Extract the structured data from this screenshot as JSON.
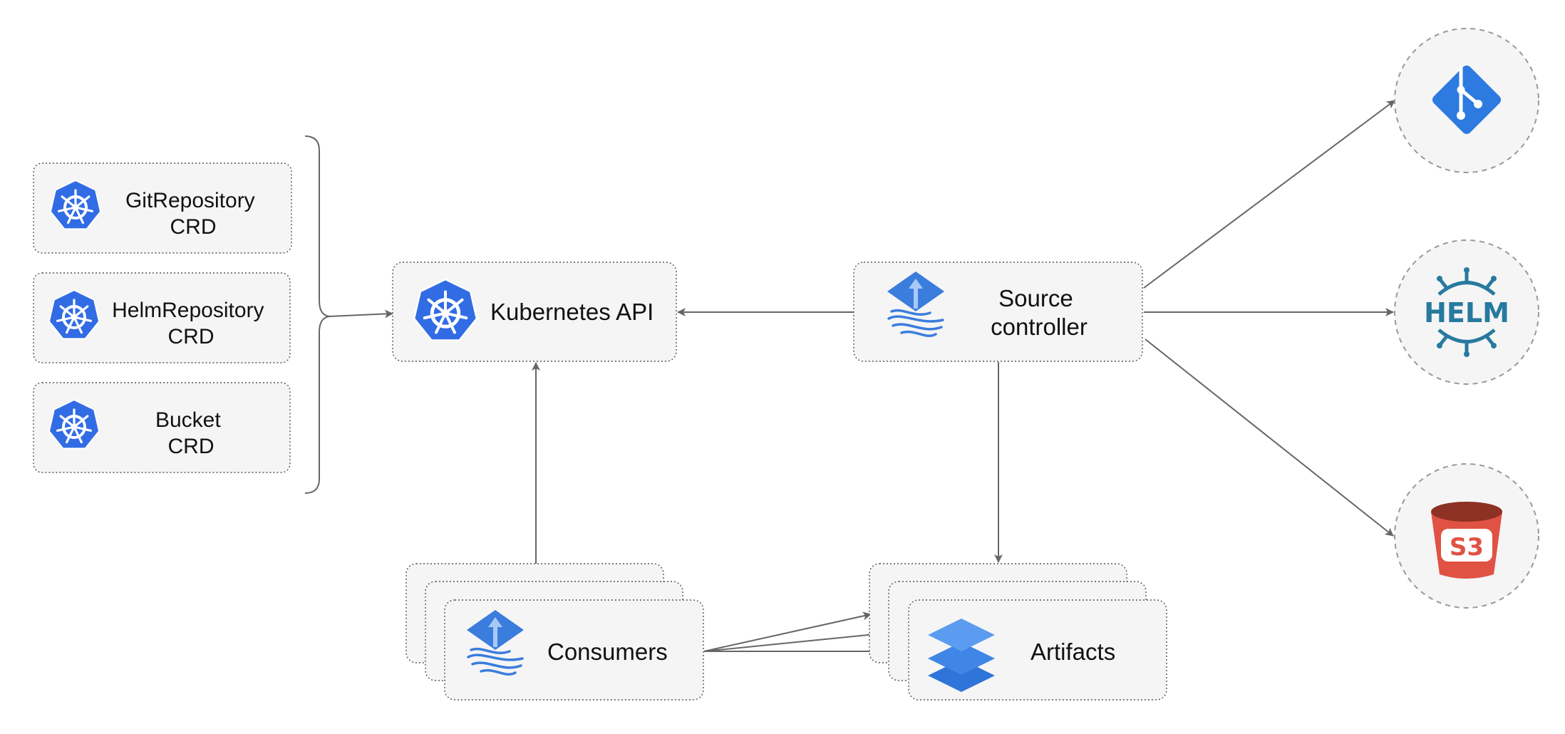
{
  "crds": [
    {
      "line1": "GitRepository",
      "line2": "CRD",
      "icon": "kubernetes-icon"
    },
    {
      "line1": "HelmRepository",
      "line2": "CRD",
      "icon": "kubernetes-icon"
    },
    {
      "line1": "Bucket",
      "line2": "CRD",
      "icon": "kubernetes-icon"
    }
  ],
  "kubernetes_api": {
    "label": "Kubernetes API",
    "icon": "kubernetes-icon"
  },
  "source_controller": {
    "line1": "Source",
    "line2": "controller",
    "icon": "flux-icon"
  },
  "consumers": {
    "label": "Consumers",
    "icon": "flux-icon"
  },
  "artifacts": {
    "label": "Artifacts",
    "icon": "layers-icon"
  },
  "sources": [
    {
      "icon": "git-icon"
    },
    {
      "icon": "helm-icon",
      "text": "HELM"
    },
    {
      "icon": "s3-bucket-icon",
      "text": "S3"
    }
  ],
  "colors": {
    "kubernetes_blue": "#326ce5",
    "flux_blue": "#3b7ddd",
    "git_blue": "#2d7be0",
    "helm_teal": "#277a9f",
    "s3_red": "#e05243",
    "s3_dark": "#8c3123",
    "edge_gray": "#666666"
  }
}
